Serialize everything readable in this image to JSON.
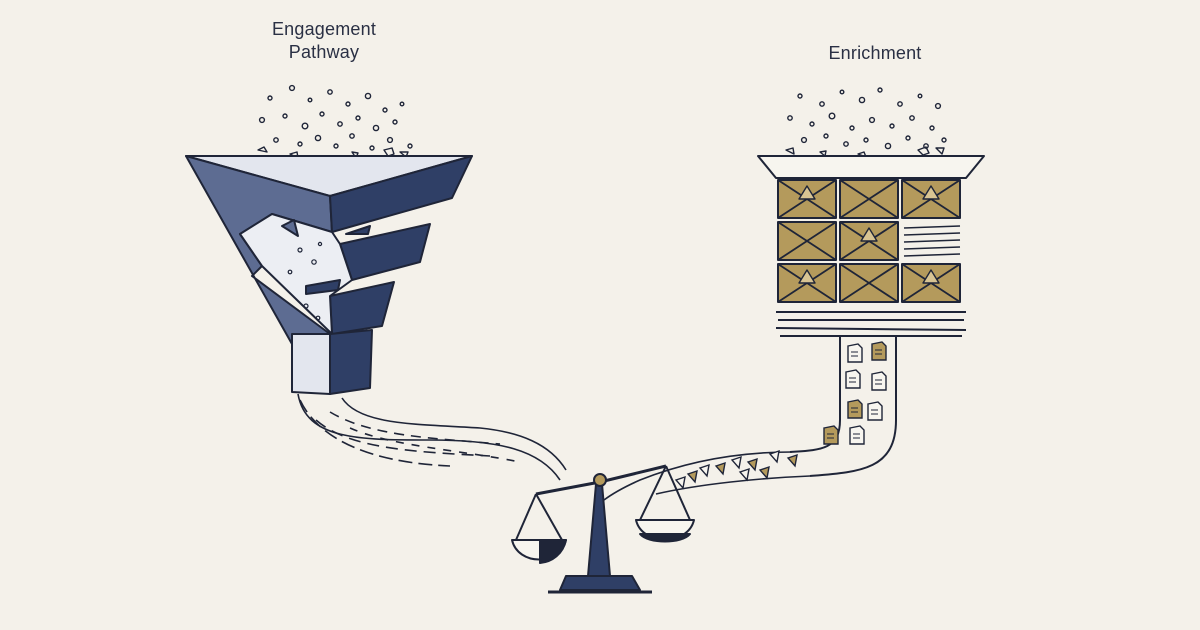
{
  "labels": {
    "left": [
      "Engagement",
      "Pathway"
    ],
    "right": "Enrichment"
  },
  "colors": {
    "background": "#f4f1ea",
    "navy": "#2f3f66",
    "slate": "#5d6c92",
    "pale": "#e3e6ee",
    "gold": "#b49a5c",
    "outline": "#1f2538"
  },
  "icons": {
    "left": "fragmented-funnel-icon",
    "right": "stacked-grid-hopper-icon",
    "center": "balance-scale-icon"
  }
}
